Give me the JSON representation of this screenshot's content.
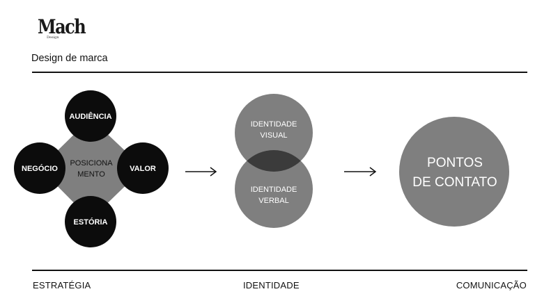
{
  "brand": {
    "logo_text": "Mach",
    "logo_sub": "Design"
  },
  "subtitle": "Design de marca",
  "strategy": {
    "center": [
      "POSICIONA",
      "MENTO"
    ],
    "nodes": {
      "top": "AUDIÊNCIA",
      "left": "NEGÓCIO",
      "right": "VALOR",
      "bottom": "ESTÓRIA"
    }
  },
  "identity": {
    "visual": [
      "IDENTIDADE",
      "VISUAL"
    ],
    "verbal": [
      "IDENTIDADE",
      "VERBAL"
    ]
  },
  "touchpoints": [
    "PONTOS",
    "DE CONTATO"
  ],
  "footer": {
    "left": "ESTRATÉGIA",
    "center": "IDENTIDADE",
    "right": "COMUNICAÇÃO"
  },
  "colors": {
    "dark": "#0c0c0c",
    "mid": "#7f7f7f",
    "overlap": "#3b3b3b",
    "line": "#111111"
  }
}
